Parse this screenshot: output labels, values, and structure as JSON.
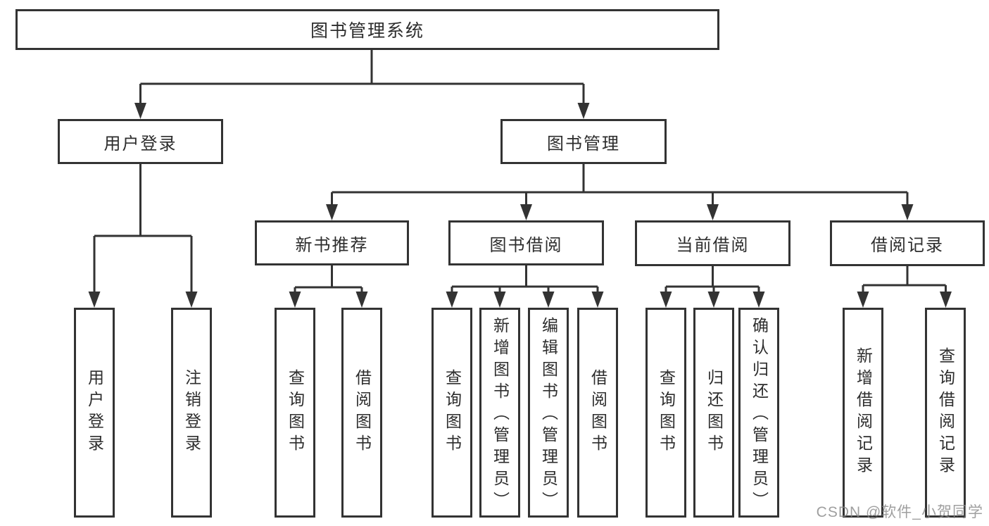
{
  "colors": {
    "line": "#333333",
    "box_border": "#333333",
    "box_fill": "#ffffff",
    "text": "#2d2d2d",
    "watermark": "#8a8a8a",
    "background": "#ffffff"
  },
  "watermark": {
    "text": "CSDN @软件_小贺同学"
  },
  "tree": {
    "root": {
      "label": "图书管理系统",
      "children": [
        {
          "label": "用户登录",
          "children": [
            {
              "label": "用户登录"
            },
            {
              "label": "注销登录"
            }
          ]
        },
        {
          "label": "图书管理",
          "children": [
            {
              "label": "新书推荐",
              "children": [
                {
                  "label": "查询图书"
                },
                {
                  "label": "借阅图书"
                }
              ]
            },
            {
              "label": "图书借阅",
              "children": [
                {
                  "label": "查询图书"
                },
                {
                  "label": "新增图书（管理员）"
                },
                {
                  "label": "编辑图书（管理员）"
                },
                {
                  "label": "借阅图书"
                }
              ]
            },
            {
              "label": "当前借阅",
              "children": [
                {
                  "label": "查询图书"
                },
                {
                  "label": "归还图书"
                },
                {
                  "label": "确认归还（管理员）"
                }
              ]
            },
            {
              "label": "借阅记录",
              "children": [
                {
                  "label": "新增借阅记录"
                },
                {
                  "label": "查询借阅记录"
                }
              ]
            }
          ]
        }
      ]
    }
  }
}
